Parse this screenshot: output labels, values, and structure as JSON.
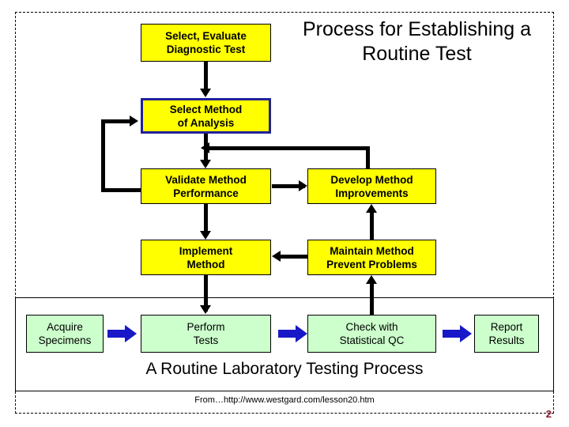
{
  "slide": {
    "title": "Process for Establishing a Routine Test",
    "title_lines": [
      "Process for Establishing",
      "a Routine Test"
    ],
    "caption": "A Routine Laboratory Testing Process",
    "source": "From…http://www.westgard.com/lesson20.htm",
    "page_number": "2"
  },
  "colors": {
    "node_fill_yellow": "#ffff00",
    "node_fill_green": "#ccffcc",
    "node_border": "#000000",
    "accent_border_blue": "#22229a",
    "block_arrow_blue": "#1818c8",
    "page_number_color": "#8b1a2b",
    "background": "#ffffff"
  },
  "establishing_process": {
    "nodes": [
      {
        "id": "select-evaluate-diagnostic-test",
        "lines": [
          "Select, Evaluate",
          "Diagnostic Test"
        ],
        "fill": "yellow",
        "accent": false
      },
      {
        "id": "select-method-of-analysis",
        "lines": [
          "Select Method",
          "of Analysis"
        ],
        "fill": "yellow",
        "accent": true
      },
      {
        "id": "validate-method-performance",
        "lines": [
          "Validate Method",
          "Performance"
        ],
        "fill": "yellow",
        "accent": false
      },
      {
        "id": "develop-method-improvements",
        "lines": [
          "Develop Method",
          "Improvements"
        ],
        "fill": "yellow",
        "accent": false
      },
      {
        "id": "implement-method",
        "lines": [
          "Implement",
          "Method"
        ],
        "fill": "yellow",
        "accent": false
      },
      {
        "id": "maintain-method-prevent-problems",
        "lines": [
          "Maintain Method",
          "Prevent Problems"
        ],
        "fill": "yellow",
        "accent": false
      }
    ]
  },
  "routine_process": {
    "nodes": [
      {
        "id": "acquire-specimens",
        "lines": [
          "Acquire",
          "Specimens"
        ],
        "fill": "green"
      },
      {
        "id": "perform-tests",
        "lines": [
          "Perform",
          "Tests"
        ],
        "fill": "green"
      },
      {
        "id": "check-with-statistical-qc",
        "lines": [
          "Check with",
          "Statistical QC"
        ],
        "fill": "green"
      },
      {
        "id": "report-results",
        "lines": [
          "Report",
          "Results"
        ],
        "fill": "green"
      }
    ],
    "connectors": [
      "block-arrow-right",
      "block-arrow-right",
      "block-arrow-right"
    ]
  }
}
